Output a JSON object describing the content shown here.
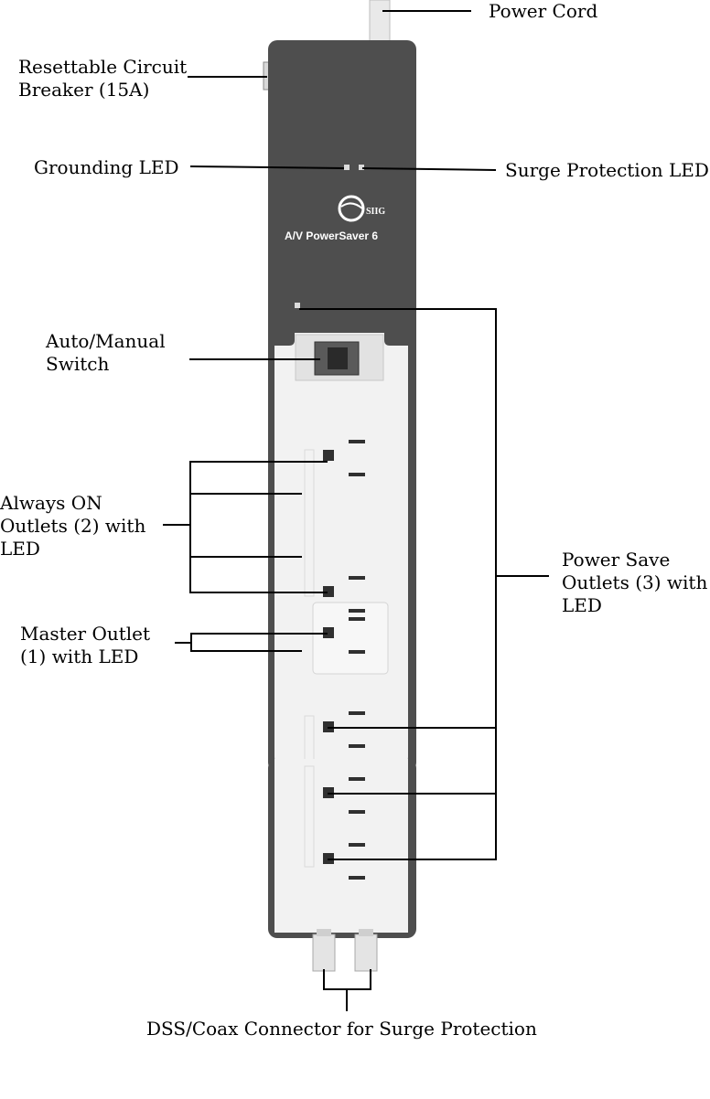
{
  "product": {
    "brand_mark": "SIIG",
    "model_name": "A/V PowerSaver 6"
  },
  "callouts": {
    "power_cord": "Power Cord",
    "breaker_line1": "Resettable Circuit",
    "breaker_line2": "Breaker (15A)",
    "grounding_led": "Grounding LED",
    "surge_led": "Surge Protection LED",
    "switch_line1": "Auto/Manual",
    "switch_line2": "Switch",
    "always_on_line1": "Always ON",
    "always_on_line2": "Outlets (2) with",
    "always_on_line3": "LED",
    "power_save_line1": "Power Save",
    "power_save_line2": "Outlets (3) with",
    "power_save_line3": "LED",
    "master_line1": "Master Outlet",
    "master_line2": "(1) with LED",
    "coax": "DSS/Coax Connector for Surge Protection"
  }
}
